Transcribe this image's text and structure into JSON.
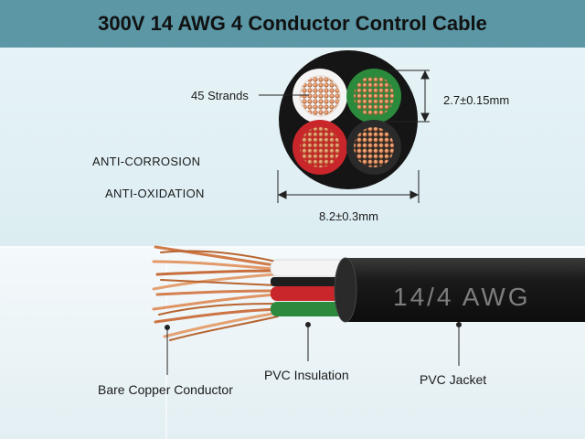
{
  "title": "300V 14 AWG 4 Conductor Control Cable",
  "features": [
    "ANTI-CORROSION",
    "ANTI-OXIDATION"
  ],
  "cross_section": {
    "strands_label": "45 Strands",
    "conductor_diameter": "2.7±0.15mm",
    "cable_diameter": "8.2±0.3mm",
    "conductor_colors": [
      "white",
      "green",
      "red",
      "black"
    ]
  },
  "jacket_print": "14/4 AWG",
  "callouts": {
    "copper": "Bare Copper Conductor",
    "insulation": "PVC Insulation",
    "jacket": "PVC Jacket"
  },
  "colors": {
    "header": "#5b97a5",
    "jacket": "#1c1c1c",
    "copper": "#d9895a",
    "white_insulation": "#f4f4f4",
    "green_insulation": "#2c8a3c",
    "red_insulation": "#c8262a",
    "black_insulation": "#2a2a2a"
  }
}
